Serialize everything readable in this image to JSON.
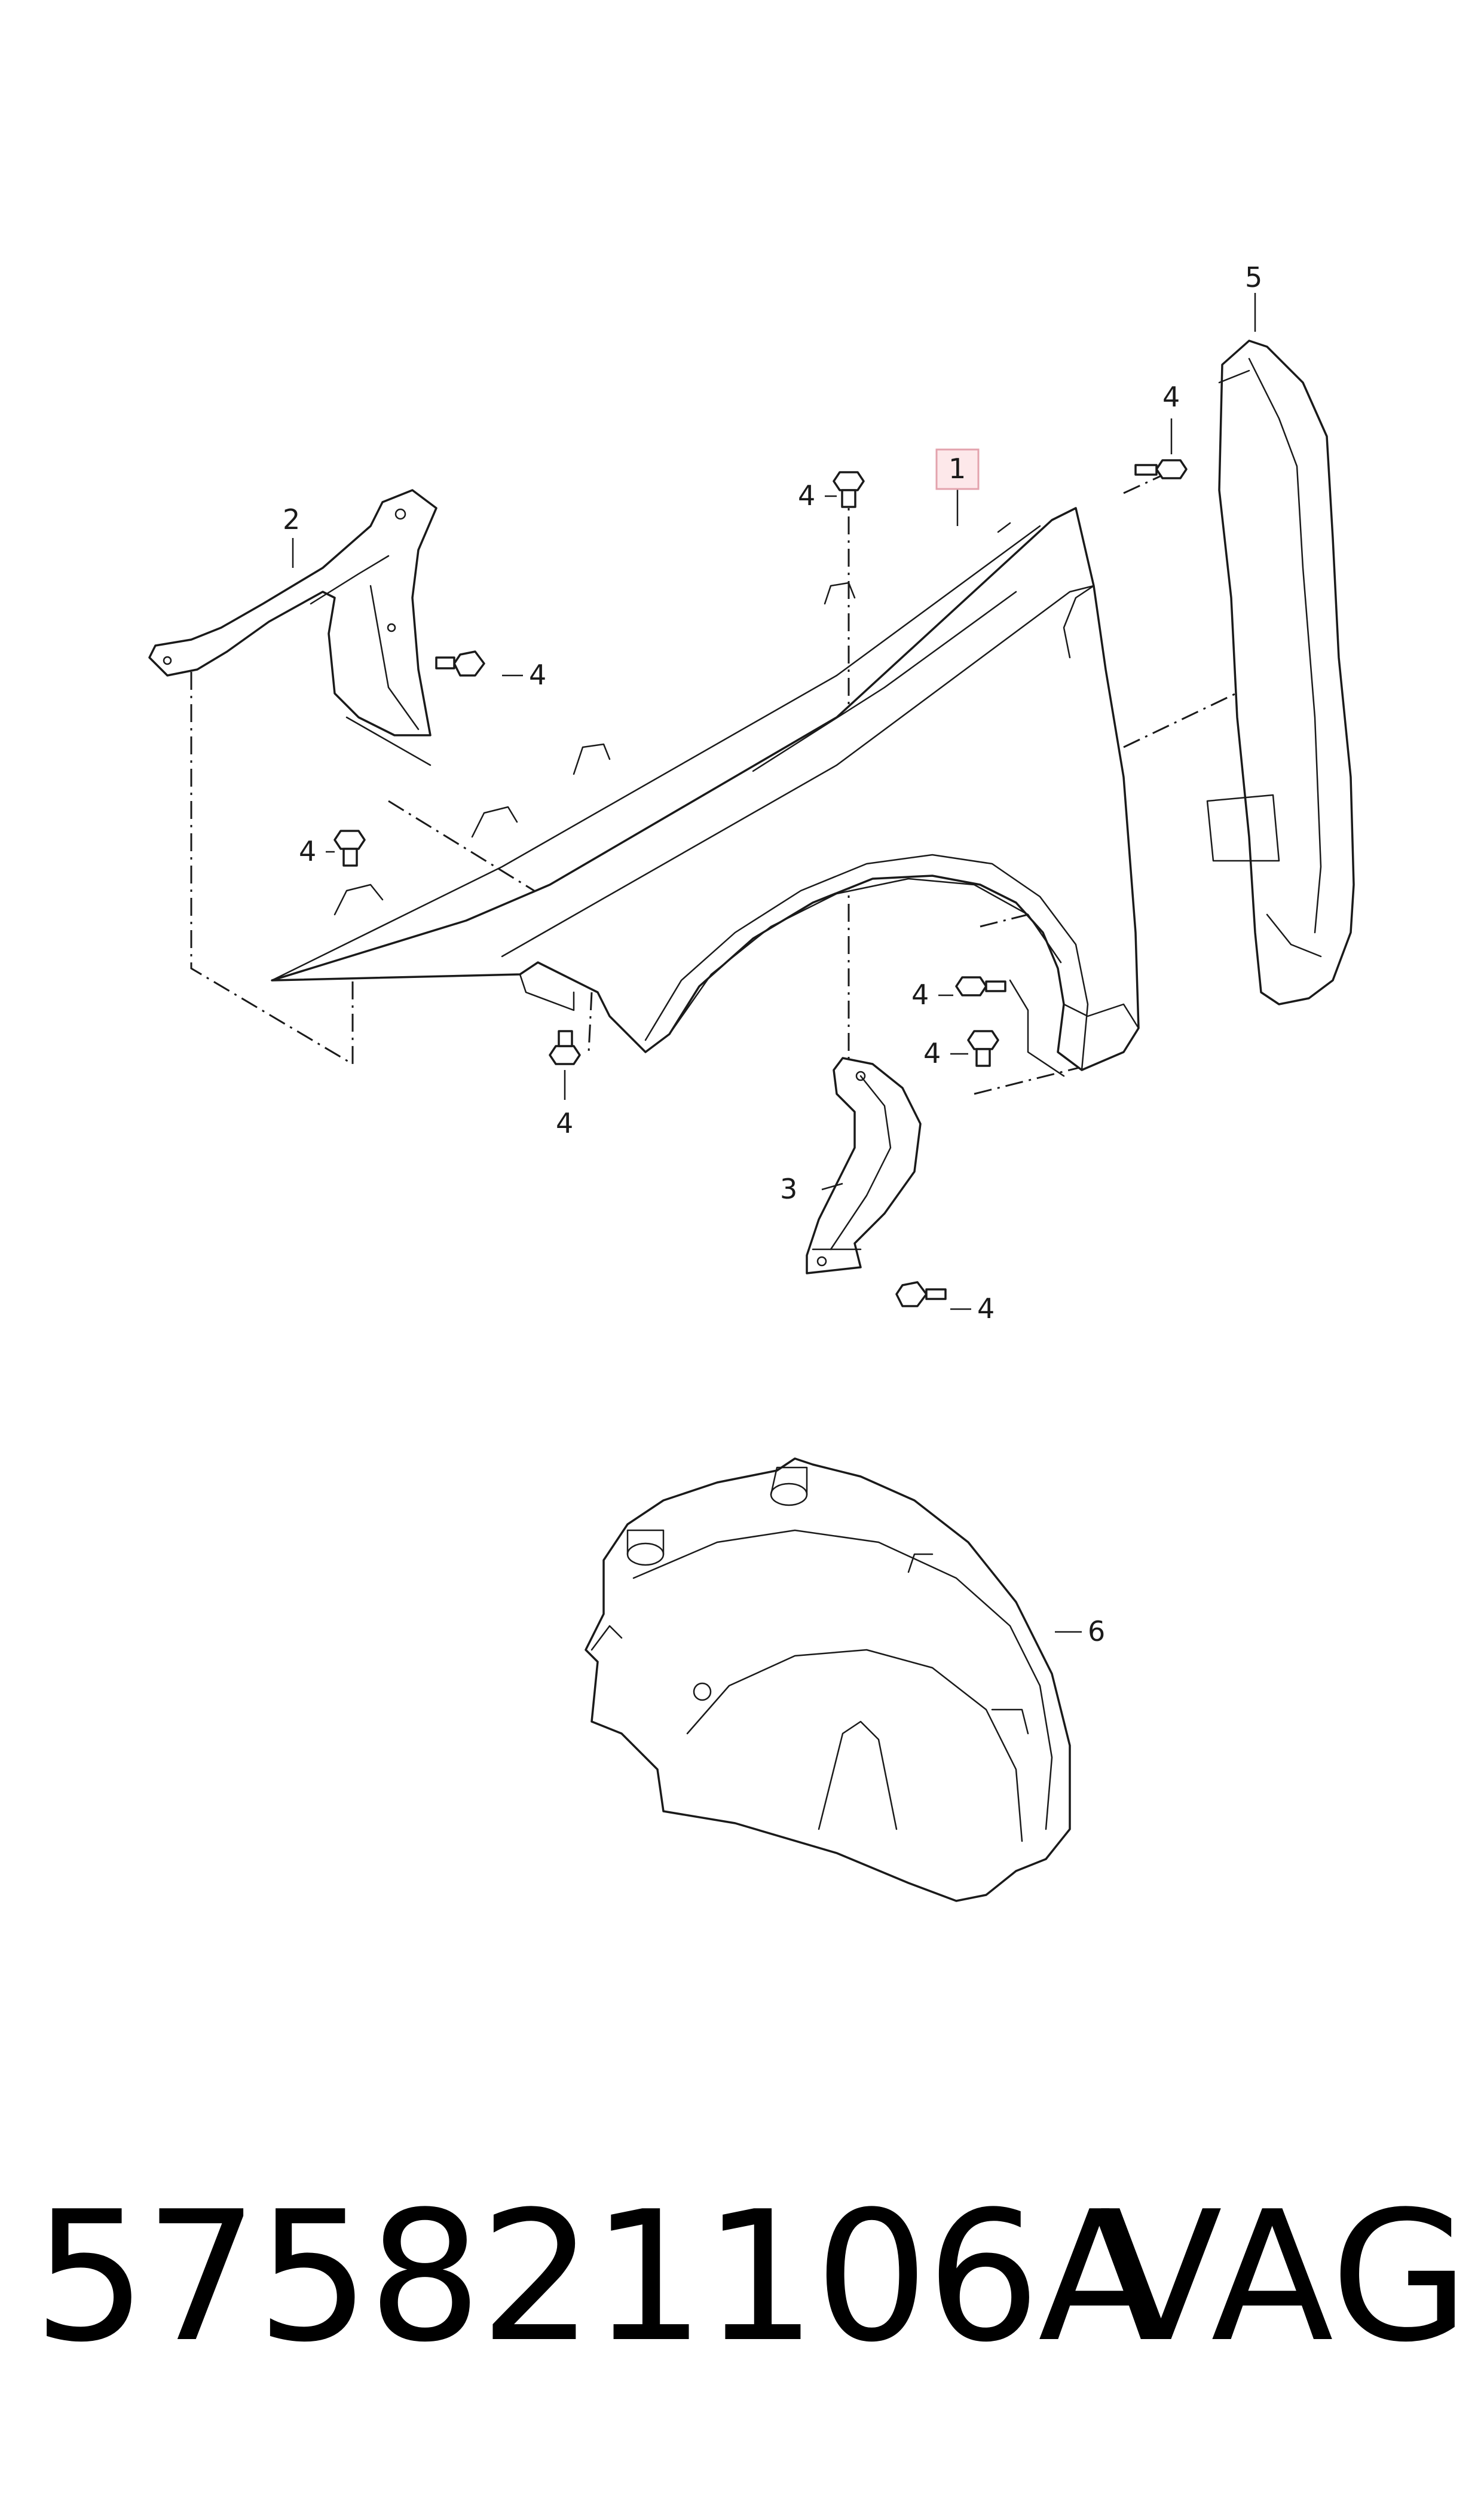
{
  "callouts": {
    "p1": "1",
    "p2": "2",
    "p3": "3",
    "p4": "4",
    "p5": "5",
    "p6": "6"
  },
  "footer": {
    "part_number": "575821106A",
    "brand": "VAG"
  },
  "colors": {
    "ink": "#1a1a1a",
    "highlight_fill": "#fde8ea",
    "highlight_stroke": "#e3a3ad"
  }
}
